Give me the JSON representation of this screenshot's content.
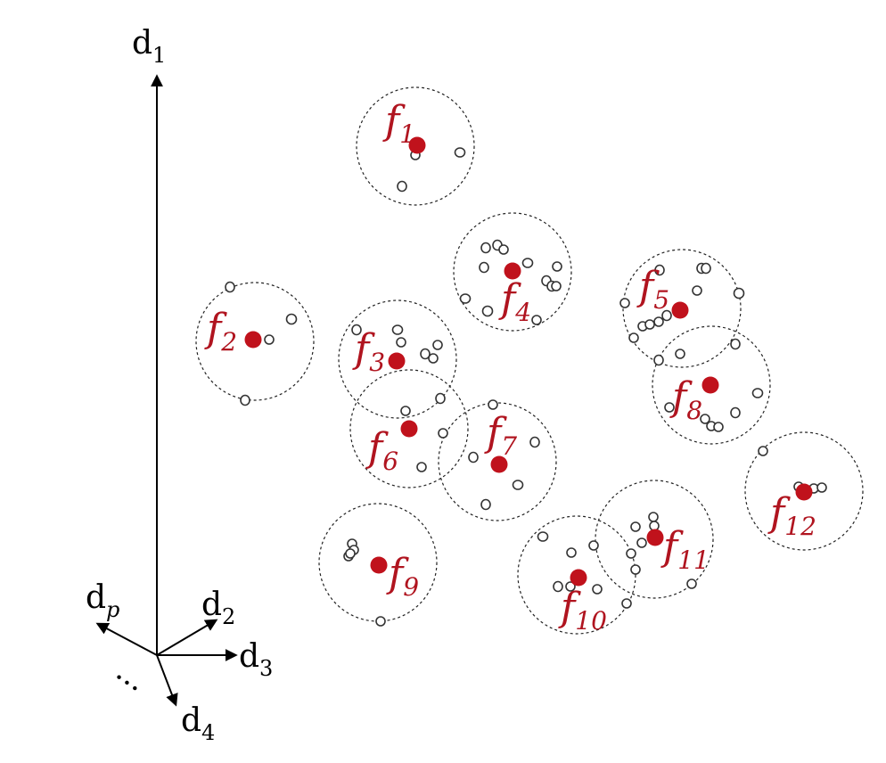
{
  "axes": {
    "d1": {
      "base": "d",
      "sub": "1"
    },
    "d2": {
      "base": "d",
      "sub": "2"
    },
    "d3": {
      "base": "d",
      "sub": "3"
    },
    "d4": {
      "base": "d",
      "sub": "4"
    },
    "dp": {
      "base": "d",
      "sub": "p"
    },
    "ellipsis": "..."
  },
  "clusters": [
    {
      "base": "f",
      "sub": "1"
    },
    {
      "base": "f",
      "sub": "2"
    },
    {
      "base": "f",
      "sub": "3"
    },
    {
      "base": "f",
      "sub": "4"
    },
    {
      "base": "f",
      "sub": "5"
    },
    {
      "base": "f",
      "sub": "6"
    },
    {
      "base": "f",
      "sub": "7"
    },
    {
      "base": "f",
      "sub": "8"
    },
    {
      "base": "f",
      "sub": "9"
    },
    {
      "base": "f",
      "sub": "10"
    },
    {
      "base": "f",
      "sub": "11"
    },
    {
      "base": "f",
      "sub": "12"
    }
  ],
  "colors": {
    "center": "#c0121c",
    "label": "#b0141f",
    "points": "#333333"
  }
}
